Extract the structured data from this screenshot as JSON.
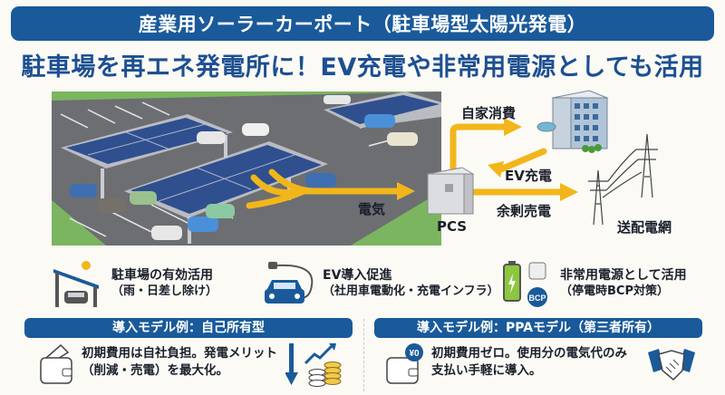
{
  "header": {
    "title": "産業用ソーラーカーポート（駐車場型太陽光発電）",
    "subtitle": "駐車場を再エネ発電所に！EV充電や非常用電源としても活用"
  },
  "diagram": {
    "labels": {
      "electricity": "電気",
      "pcs": "PCS",
      "self_consumption": "自家消費",
      "ev_charging": "EV充電",
      "surplus_sale": "余剰売電",
      "grid": "送配電網"
    },
    "icons": [
      "solar-carport-icon",
      "pcs-box-icon",
      "building-icon",
      "transmission-tower-icon"
    ],
    "colors": {
      "arrow": "#f2b61b",
      "brand": "#1a5a9a",
      "accent_text": "#1d4f92"
    }
  },
  "features": [
    {
      "icon": "carport-sun-icon",
      "title": "駐車場の有効活用",
      "sub": "（雨・日差し除け）"
    },
    {
      "icon": "ev-plug-icon",
      "title": "EV導入促進",
      "sub": "（社用車電動化・充電インフラ）"
    },
    {
      "icon": "battery-bcp-icon",
      "title": "非常用電源として活用",
      "sub": "（停電時BCP対策）",
      "badge": "BCP"
    }
  ],
  "models": [
    {
      "head": "導入モデル例：自己所有型",
      "line1": "初期費用は自社負担。発電メリット",
      "line2": "（削減・売電）を最大化。",
      "icons": [
        "wallet-icon",
        "down-arrow-icon",
        "coins-growth-icon"
      ]
    },
    {
      "head": "導入モデル例：PPAモデル（第三者所有）",
      "line1": "初期費用ゼロ。使用分の電気代のみ",
      "line2": "支払い手軽に導入。",
      "badge": "¥0",
      "icons": [
        "wallet-zero-icon",
        "handshake-icon"
      ]
    }
  ]
}
